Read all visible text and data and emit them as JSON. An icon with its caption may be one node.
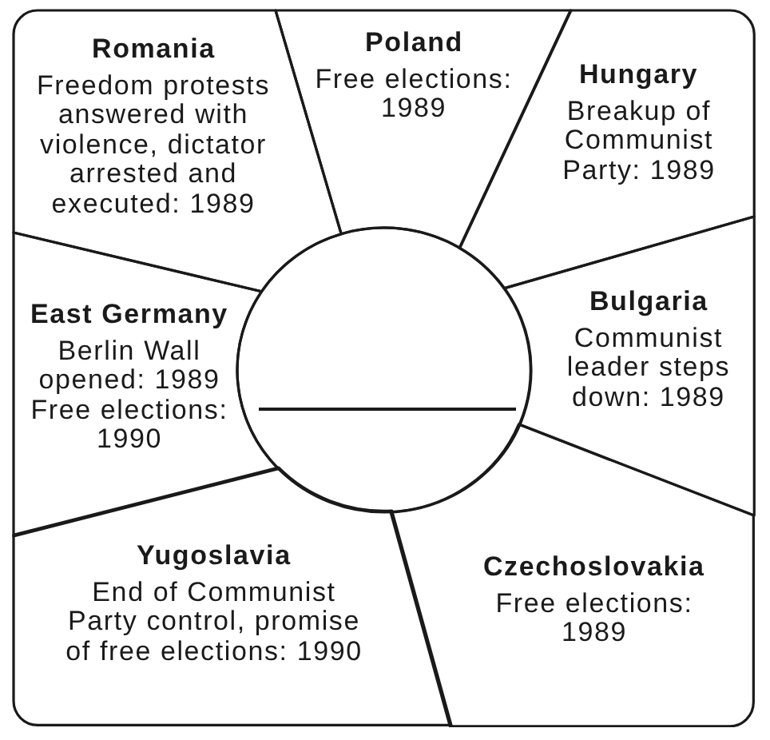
{
  "diagram": {
    "nodes": [
      {
        "text": [
          "Romania",
          "Freedom protests answered with violence, dictator arrested and executed: 1989"
        ]
      },
      {
        "text": [
          "Poland",
          "Free elections: 1989"
        ]
      },
      {
        "text": [
          "Hungary",
          "Breakup of Communist Party: 1989"
        ]
      },
      {
        "text": [
          "East Germany",
          "Berlin Wall opened: 1989",
          "Free elections: 1990"
        ]
      },
      {
        "text": [],
        "shape": "circle"
      },
      {
        "text": [
          "Bulgaria",
          "Communist leader steps down: 1989"
        ]
      },
      {
        "text": [
          "Yugoslavia",
          "End of Communist Party control, promise of free elections: 1990"
        ]
      },
      {
        "text": [
          "Czechoslovakia",
          "Free elections: 1989"
        ]
      }
    ]
  }
}
